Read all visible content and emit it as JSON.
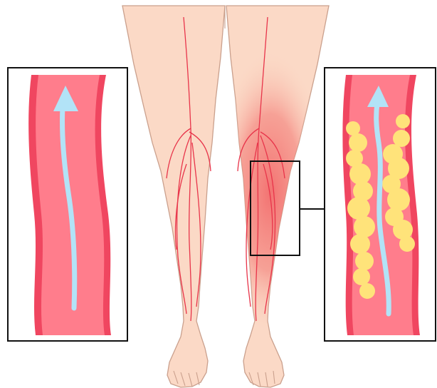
{
  "diagram": {
    "subject": "legs-with-artery-comparison",
    "panels": [
      {
        "id": "healthy-artery",
        "state": "normal blood flow"
      },
      {
        "id": "clogged-artery",
        "state": "plaque narrowing with reduced flow"
      }
    ],
    "colors": {
      "skin": "#fbd9c6",
      "skin_outline": "#caa08d",
      "inflamed": "#f47c7c",
      "vein": "#e8344a",
      "artery_wall": "#f04660",
      "artery_lumen": "#ff7d8c",
      "blood_flow": "#b2e3f7",
      "plaque": "#ffe37a",
      "frame": "#111111"
    }
  }
}
